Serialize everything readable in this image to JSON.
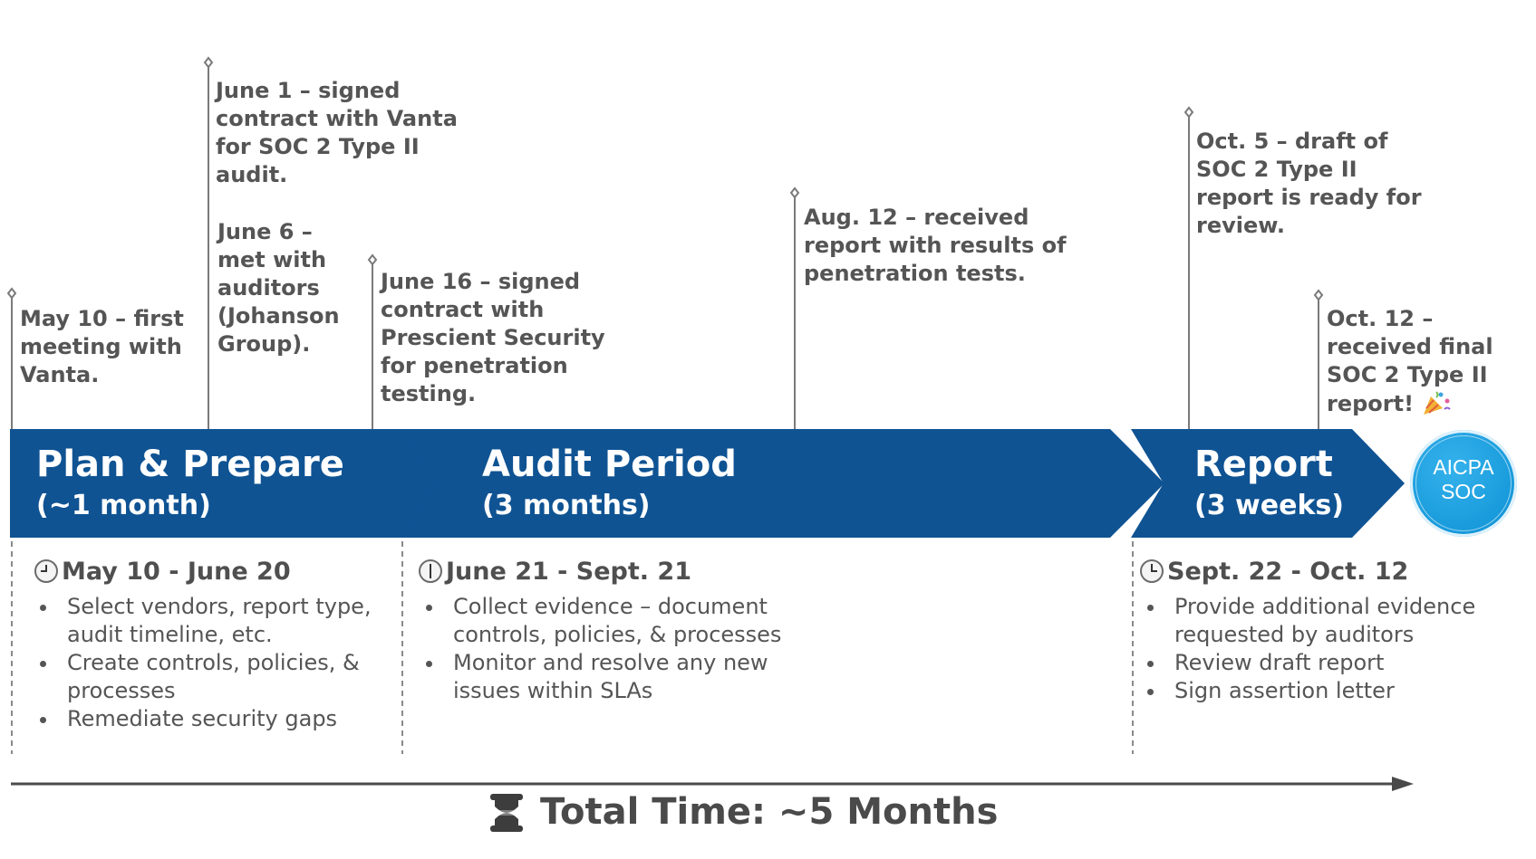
{
  "colors": {
    "phase_blue": "#0f5393",
    "line_gray": "#7a7a7a",
    "seal_blue": "#1aa3e3"
  },
  "milestones": [
    "May 10 – first meeting with Vanta.",
    "June 1 – signed contract with Vanta for SOC 2 Type II audit.",
    "June 6 – met with auditors (Johanson Group).",
    "June 16 – signed contract with Prescient Security for penetration testing.",
    "Aug. 12 – received report with results of penetration tests.",
    "Oct. 5 – draft of SOC 2 Type II report is ready for review.",
    "Oct. 12 – received final SOC 2 Type II report!"
  ],
  "milestone_emoji": "party-popper-icon",
  "phases": [
    {
      "title": "Plan & Prepare",
      "duration": "(~1 month)",
      "dates": "May 10 - June 20",
      "tasks": [
        "Select vendors, report type, audit timeline, etc.",
        "Create controls, policies, & processes",
        "Remediate security gaps"
      ]
    },
    {
      "title": "Audit Period",
      "duration": "(3 months)",
      "dates": "June 21 - Sept. 21",
      "tasks": [
        "Collect evidence – document controls, policies, & processes",
        "Monitor and resolve any new issues within SLAs"
      ]
    },
    {
      "title": "Report",
      "duration": "(3 weeks)",
      "dates": "Sept. 22 - Oct. 12",
      "tasks": [
        "Provide additional evidence requested by auditors",
        "Review draft report",
        "Sign assertion letter"
      ]
    }
  ],
  "seal": {
    "line1": "AICPA",
    "line2": "SOC"
  },
  "total_time": "Total Time: ~5 Months",
  "icons": {
    "clock": "clock-icon",
    "hourglass": "hourglass-icon",
    "arrow": "timeline-arrow"
  }
}
